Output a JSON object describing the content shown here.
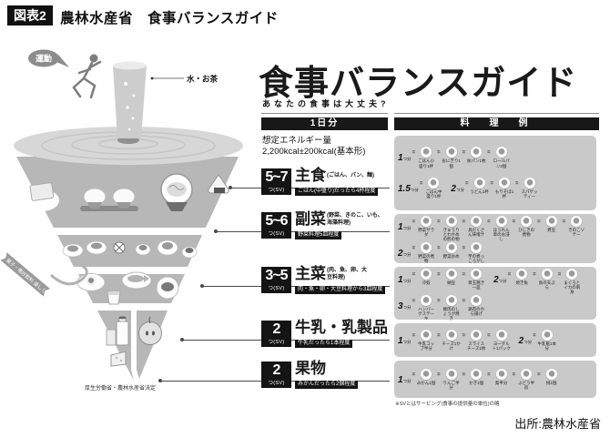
{
  "header": {
    "figure_label": "図表2",
    "title": "農林水産省　食事バランスガイド"
  },
  "source": "出所:農林水産省",
  "poster": {
    "title": "食事バランスガイド",
    "subtitle": "あなたの食事は大丈夫?",
    "day_header": "1日分",
    "example_header": "料　理　例",
    "energy_label": "想定エネルギー量",
    "energy_value": "2,200kcal±200kcal(基本形)",
    "eq": "=",
    "sv_note": "※SVとはサービング(食事の提供量の単位)の略",
    "decided_by": "厚生労働省・農林水産省決定",
    "exercise_label": "運動",
    "water_label": "水・お茶",
    "ribbon_label": "菓子・嗜好飲料 楽しく適度に",
    "icon_names": [
      "runner-icon",
      "water-glass-icon",
      "rotation-arrow-icon",
      "sweets-ribbon-icon",
      "spinning-top-icon"
    ]
  },
  "groups": [
    {
      "sv": "5~7",
      "sv_unit": "つ(SV)",
      "name": "主食",
      "note": "(ごはん、パン、麺)",
      "desc": "ごはん(中盛り)だったら4杯程度",
      "rows": [
        [
          {
            "amount": "1",
            "unit": "つ分",
            "items": [
              "ごはん小盛り1杯",
              "おにぎり1個",
              "食パン1枚",
              "ロールパン2個"
            ]
          }
        ],
        [
          {
            "amount": "1.5",
            "unit": "つ分",
            "items": [
              "ごはん中盛り1杯"
            ]
          },
          {
            "amount": "2",
            "unit": "つ分",
            "items": [
              "うどん1杯",
              "もりそば1杯",
              "スパゲッティー"
            ]
          }
        ]
      ]
    },
    {
      "sv": "5~6",
      "sv_unit": "つ(SV)",
      "name": "副菜",
      "note": "(野菜、きのこ、いも、海藻料理)",
      "desc": "野菜料理5皿程度",
      "rows": [
        [
          {
            "amount": "1",
            "unit": "つ分",
            "items": [
              "野菜サラダ",
              "きゅうりとわかめの酢の物",
              "具だくさん味噌汁",
              "ほうれん草のお浸し",
              "ひじきの煮物",
              "煮豆",
              "きのこソテー"
            ]
          }
        ],
        [
          {
            "amount": "2",
            "unit": "つ分",
            "items": [
              "野菜の煮物",
              "野菜炒め",
              "芋の煮っころがし"
            ]
          }
        ]
      ]
    },
    {
      "sv": "3~5",
      "sv_unit": "つ(SV)",
      "name": "主菜",
      "note": "(肉、魚、卵、大豆料理)",
      "desc": "肉・魚・卵・大豆料理から3皿程度",
      "rows": [
        [
          {
            "amount": "1",
            "unit": "つ分",
            "items": [
              "冷奴",
              "納豆",
              "目玉焼き一皿"
            ]
          },
          {
            "amount": "2",
            "unit": "つ分",
            "items": [
              "焼き魚",
              "魚の天ぷら",
              "まぐろとイカの刺身"
            ]
          }
        ],
        [
          {
            "amount": "3",
            "unit": "つ分",
            "items": [
              "ハンバーグステーキ",
              "豚肉のしょうが焼き",
              "鶏肉のから揚げ"
            ]
          }
        ]
      ]
    },
    {
      "sv": "2",
      "sv_unit": "つ(SV)",
      "name": "牛乳・乳製品",
      "note": "",
      "desc": "牛乳だったら1本程度",
      "rows": [
        [
          {
            "amount": "1",
            "unit": "つ分",
            "items": [
              "牛乳コップ半分",
              "チーズ1かけ",
              "スライスチーズ1枚",
              "ヨーグルト1パック"
            ]
          },
          {
            "amount": "2",
            "unit": "つ分",
            "items": [
              "牛乳瓶1本分"
            ]
          }
        ]
      ]
    },
    {
      "sv": "2",
      "sv_unit": "つ(SV)",
      "name": "果物",
      "note": "",
      "desc": "みかんだったら2個程度",
      "rows": [
        [
          {
            "amount": "1",
            "unit": "つ分",
            "items": [
              "みかん1個",
              "りんご半分",
              "かき1個",
              "梨半分",
              "ぶどう半房",
              "桃1個"
            ]
          }
        ]
      ]
    }
  ]
}
